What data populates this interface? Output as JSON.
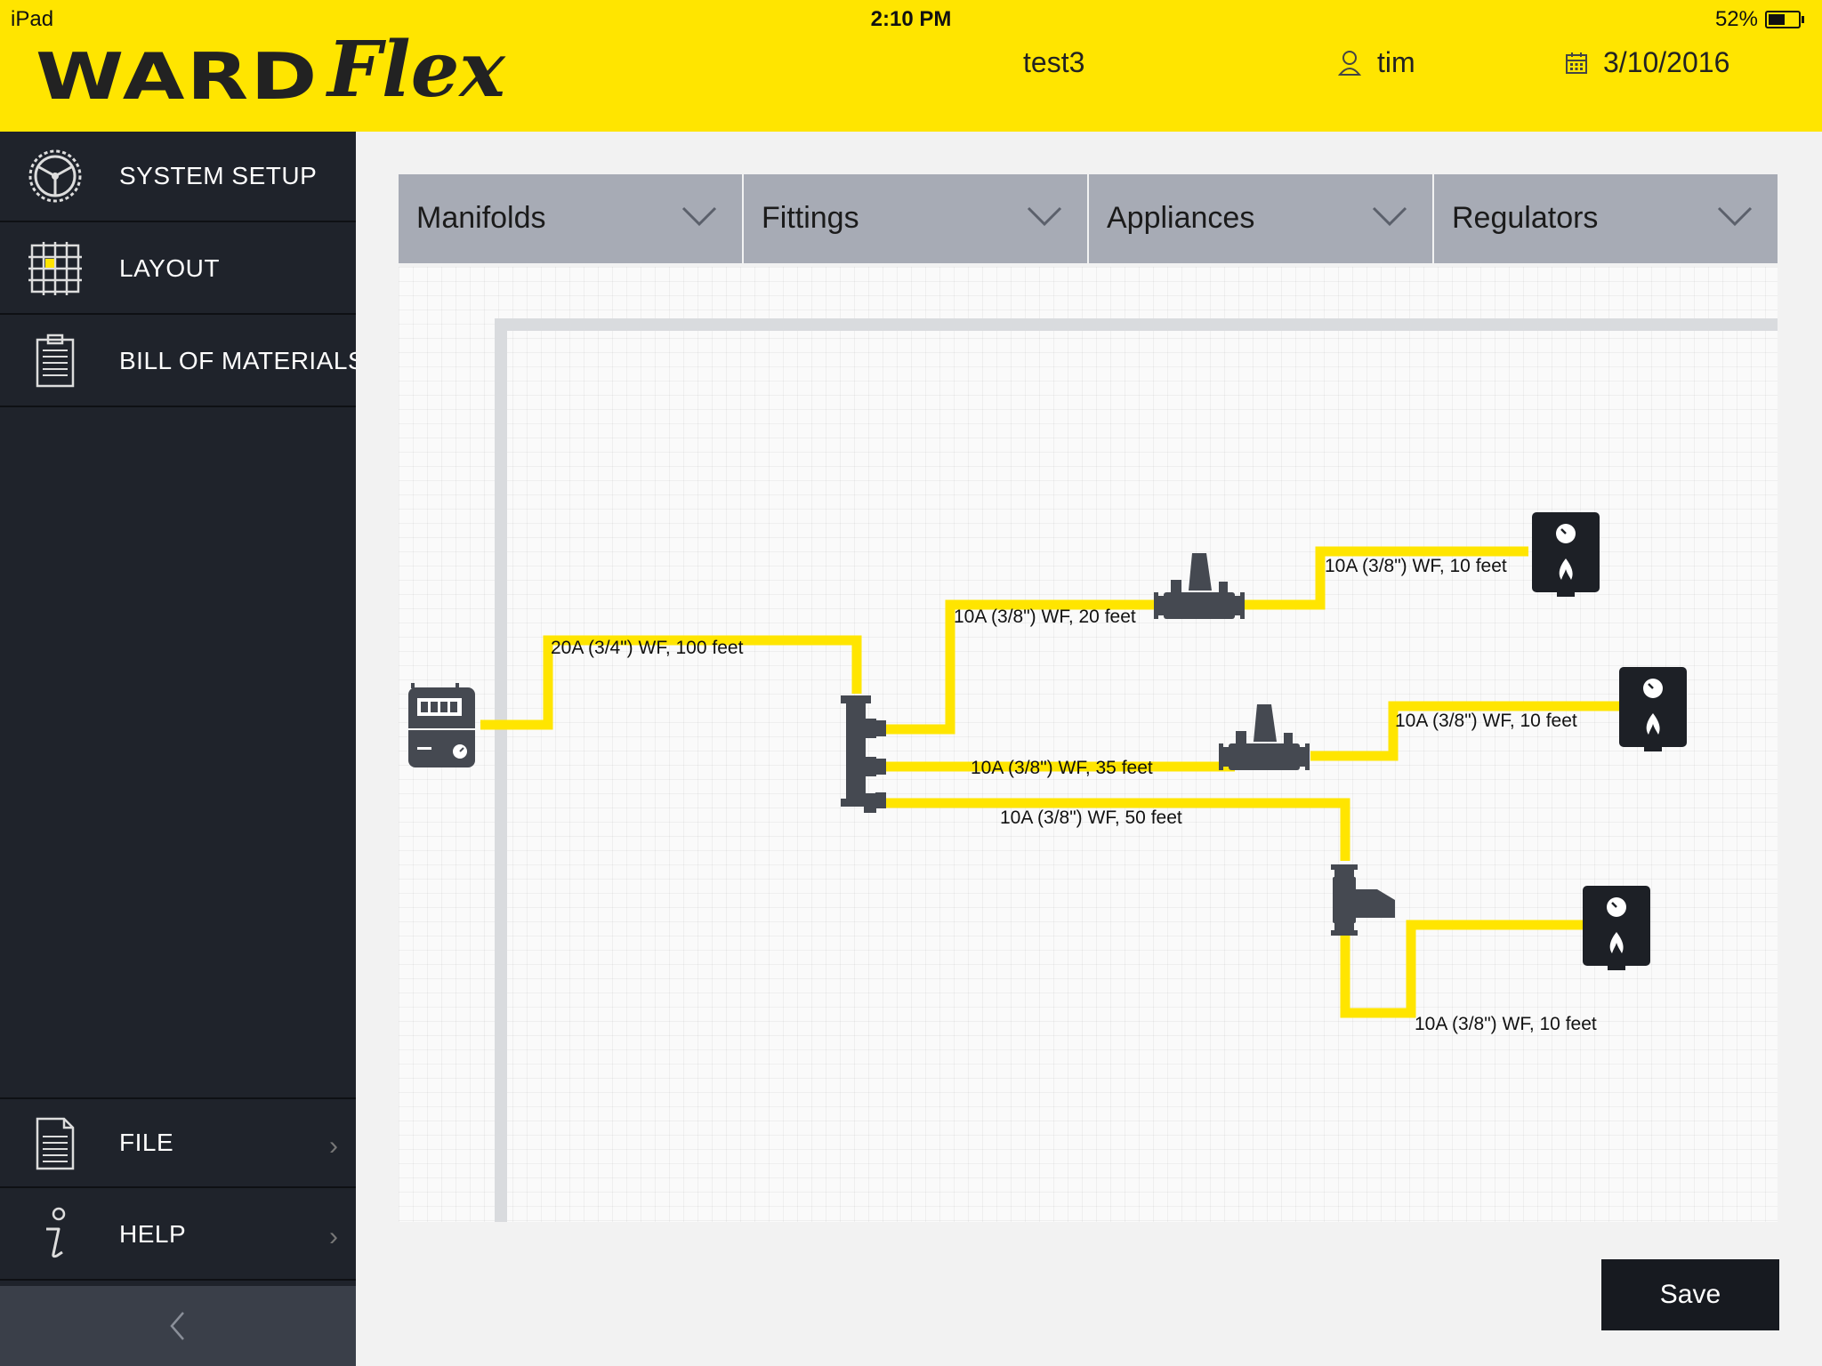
{
  "status_bar": {
    "device": "iPad",
    "time": "2:10 PM",
    "battery": "52%"
  },
  "header": {
    "logo_word": "WARD",
    "logo_script": "Flex",
    "project": "test3",
    "user": "tim",
    "date": "3/10/2016"
  },
  "sidebar": {
    "items": [
      {
        "label": "SYSTEM SETUP",
        "icon": "steering-wheel-icon"
      },
      {
        "label": "LAYOUT",
        "icon": "grid-layout-icon"
      },
      {
        "label": "BILL OF MATERIALS",
        "icon": "clipboard-icon"
      }
    ],
    "bottom_items": [
      {
        "label": "FILE",
        "icon": "document-icon"
      },
      {
        "label": "HELP",
        "icon": "info-icon"
      }
    ]
  },
  "tabs": [
    {
      "label": "Manifolds"
    },
    {
      "label": "Fittings"
    },
    {
      "label": "Appliances"
    },
    {
      "label": "Regulators"
    }
  ],
  "diagram": {
    "pipe_color": "#FFE500",
    "labels": [
      "20A (3/4\") WF, 100 feet",
      "10A (3/8\") WF, 20 feet",
      "10A (3/8\") WF, 10 feet",
      "10A (3/8\") WF, 35 feet",
      "10A (3/8\") WF, 10 feet",
      "10A (3/8\") WF, 50 feet",
      "10A (3/8\") WF, 10 feet"
    ]
  },
  "actions": {
    "save_label": "Save"
  },
  "colors": {
    "brand_yellow": "#FFE500",
    "sidebar_bg": "#1f232b",
    "tab_bg": "#a7abb5"
  }
}
